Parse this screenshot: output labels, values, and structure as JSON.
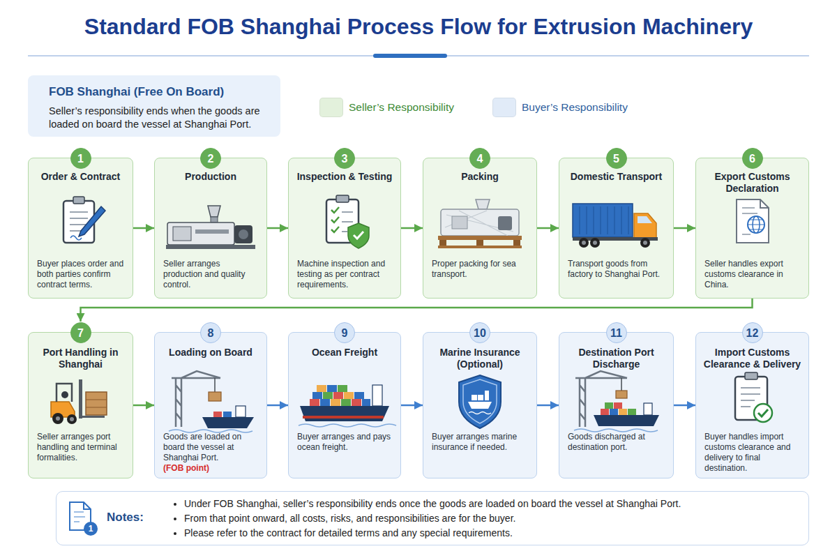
{
  "diagram": {
    "title": "Standard FOB Shanghai Process Flow for Extrusion Machinery",
    "nodes": [
      {
        "text": [
          "FOB Shanghai (Free On Board)",
          "Seller’s responsibility ends when the goods are loaded on board the vessel at Shanghai Port."
        ]
      },
      {
        "text": [
          "1",
          "Order & Contract",
          "Buyer places order and both parties confirm contract terms."
        ]
      },
      {
        "text": [
          "2",
          "Production",
          "Seller arranges production and quality control."
        ]
      },
      {
        "text": [
          "3",
          "Inspection & Testing",
          "Machine inspection and testing as per contract requirements."
        ]
      },
      {
        "text": [
          "4",
          "Packing",
          "Proper packing for sea transport."
        ]
      },
      {
        "text": [
          "5",
          "Domestic Transport",
          "Transport goods from factory to Shanghai Port."
        ]
      },
      {
        "text": [
          "6",
          "Export Customs Declaration",
          "Seller handles export customs clearance in China."
        ]
      },
      {
        "text": [
          "7",
          "Port Handling in Shanghai",
          "Seller arranges port handling and terminal formalities."
        ]
      },
      {
        "text": [
          "8",
          "Loading on Board",
          "Goods are loaded on board the vessel at Shanghai Port.",
          "(FOB point)"
        ]
      },
      {
        "text": [
          "9",
          "Ocean Freight",
          "Buyer arranges and pays ocean freight."
        ]
      },
      {
        "text": [
          "10",
          "Marine Insurance (Optional)",
          "Buyer arranges marine insurance if needed."
        ]
      },
      {
        "text": [
          "11",
          "Destination Port Discharge",
          "Goods discharged at destination port."
        ]
      },
      {
        "text": [
          "12",
          "Import Customs Clearance & Delivery",
          "Buyer handles import customs clearance and delivery to final destination."
        ]
      },
      {
        "text": [
          "Notes:",
          "Under FOB Shanghai, seller’s responsibility ends once the goods are loaded on board the vessel at Shanghai Port.",
          "From that point onward, all costs, risks, and responsibilities are for the buyer.",
          "Please refer to the contract for detailed terms and any special requirements."
        ]
      }
    ],
    "edges": [
      {
        "from": 1,
        "to": 2,
        "arrow": "to"
      },
      {
        "from": 2,
        "to": 3,
        "arrow": "to"
      },
      {
        "from": 3,
        "to": 4,
        "arrow": "to"
      },
      {
        "from": 4,
        "to": 5,
        "arrow": "to"
      },
      {
        "from": 5,
        "to": 6,
        "arrow": "to"
      },
      {
        "from": 6,
        "to": 7,
        "arrow": "to"
      },
      {
        "from": 7,
        "to": 8,
        "arrow": "to"
      },
      {
        "from": 8,
        "to": 9,
        "arrow": "to"
      },
      {
        "from": 9,
        "to": 10,
        "arrow": "to"
      },
      {
        "from": 10,
        "to": 11,
        "arrow": "to"
      },
      {
        "from": 11,
        "to": 12,
        "arrow": "to"
      }
    ],
    "labels": [
      "1"
    ],
    "legend": [
      {
        "text": "Seller’s Responsibility",
        "color": "#e3f1dc"
      },
      {
        "text": "Buyer’s Responsibility",
        "color": "#e1ebf8"
      }
    ]
  }
}
